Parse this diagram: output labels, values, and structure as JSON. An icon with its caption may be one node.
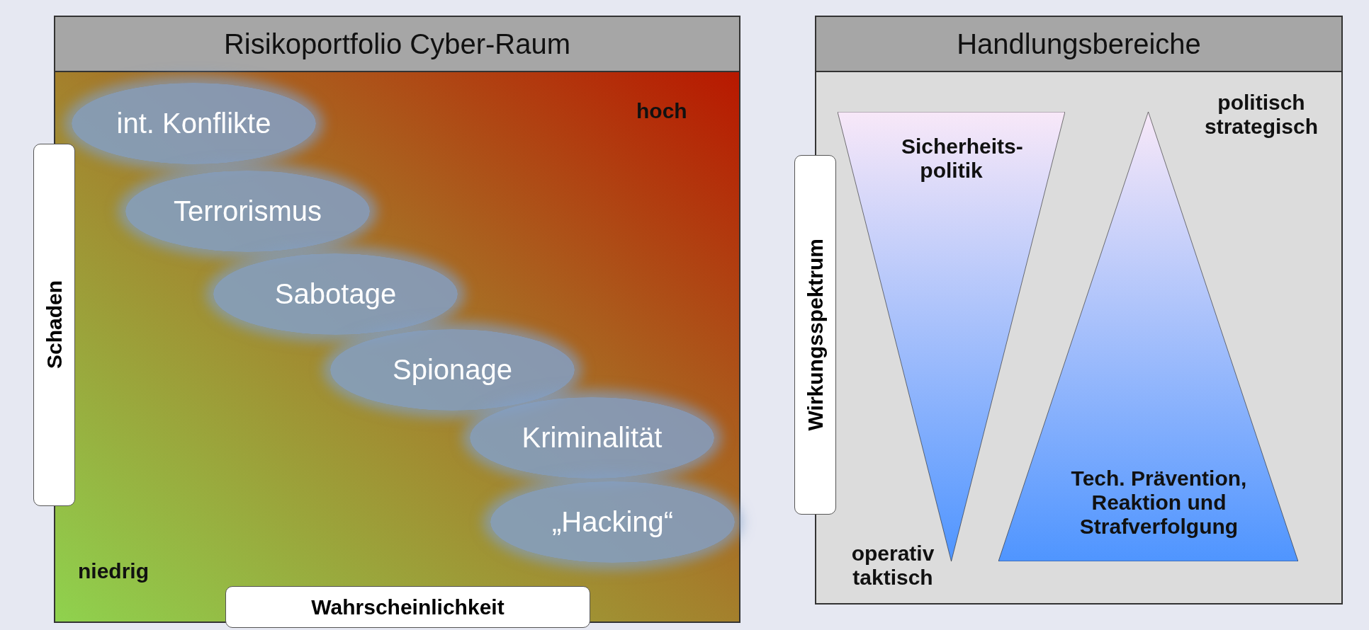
{
  "diagram": {
    "nodes": [
      {
        "text": [
          "Risikoportfolio Cyber-Raum"
        ]
      },
      {
        "text": [
          "int. Konflikte"
        ],
        "in": 0
      },
      {
        "text": [
          "Terrorismus"
        ],
        "in": 0
      },
      {
        "text": [
          "Sabotage"
        ],
        "in": 0
      },
      {
        "text": [
          "Spionage"
        ],
        "in": 0
      },
      {
        "text": [
          "Kriminalität"
        ],
        "in": 0
      },
      {
        "text": [
          "„Hacking“"
        ],
        "in": 0
      },
      {
        "text": [
          "Schaden"
        ]
      },
      {
        "text": [
          "Wahrscheinlichkeit"
        ]
      },
      {
        "text": [
          "Handlungsbereiche"
        ]
      },
      {
        "text": [
          "Sicherheits- politik"
        ],
        "in": 9
      },
      {
        "text": [
          "Tech. Prävention, Reaktion und Strafverfolgung"
        ],
        "in": 9
      },
      {
        "text": [
          "Wirkungsspektrum"
        ]
      }
    ],
    "edges": [],
    "labels": [
      "hoch",
      "niedrig",
      "politisch strategisch",
      "operativ taktisch"
    ]
  }
}
